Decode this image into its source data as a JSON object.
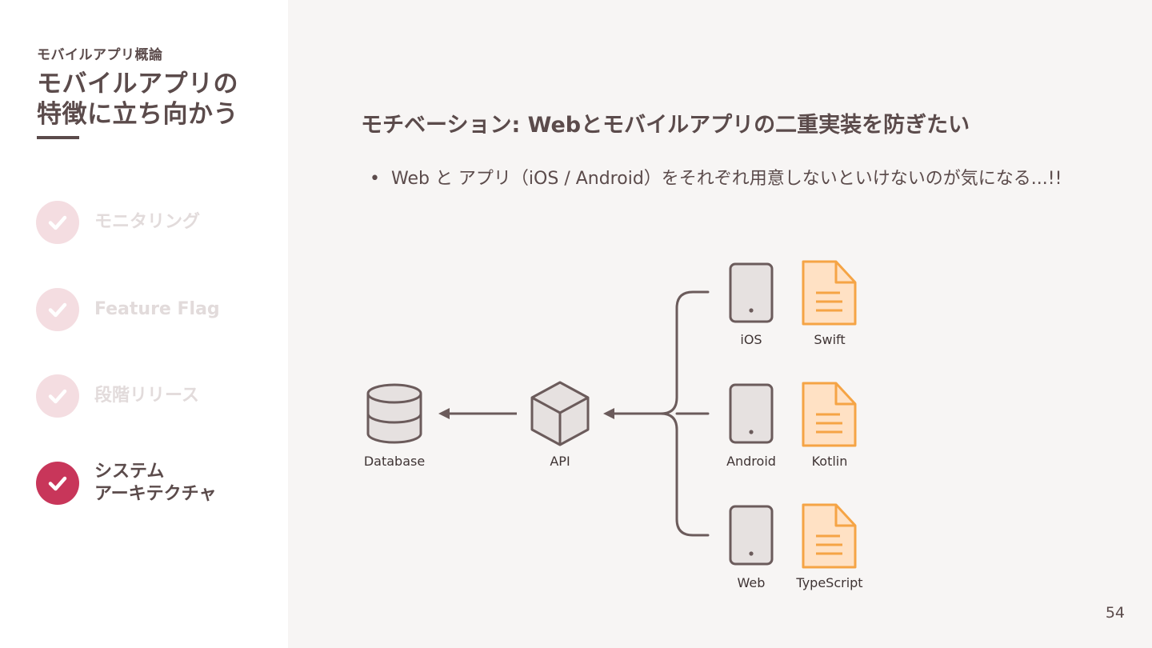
{
  "sidebar": {
    "kicker": "モバイルアプリ概論",
    "title_lines": [
      "モバイルアプリの",
      "特徴に立ち向かう"
    ],
    "items": [
      {
        "label": "モニタリング",
        "status": "done"
      },
      {
        "label": "Feature Flag",
        "status": "done"
      },
      {
        "label": "段階リリース",
        "status": "done"
      },
      {
        "label_lines": [
          "システム",
          "アーキテクチャ"
        ],
        "status": "active"
      }
    ]
  },
  "slide": {
    "heading": "モチベーション: Webとモバイルアプリの二重実装を防ぎたい",
    "bullet_marker": "•",
    "bullet": "Web と アプリ（iOS / Android）をそれぞれ用意しないといけないのが気になる...!!",
    "page_number": "54"
  },
  "diagram": {
    "database": {
      "label": "Database",
      "icon": "database-icon"
    },
    "api": {
      "label": "API",
      "icon": "cube-icon"
    },
    "clients": [
      {
        "platform": "iOS",
        "language": "Swift"
      },
      {
        "platform": "Android",
        "language": "Kotlin"
      },
      {
        "platform": "Web",
        "language": "TypeScript"
      }
    ]
  },
  "colors": {
    "text": "#5b4b4b",
    "accent": "#c8365a",
    "done_circle": "#f4dde1",
    "done_text": "#e2dbdb",
    "main_bg": "#f7f5f4",
    "file_fill": "#ffe1c4",
    "file_stroke": "#f5a445",
    "device_fill": "#e6e1e0"
  }
}
